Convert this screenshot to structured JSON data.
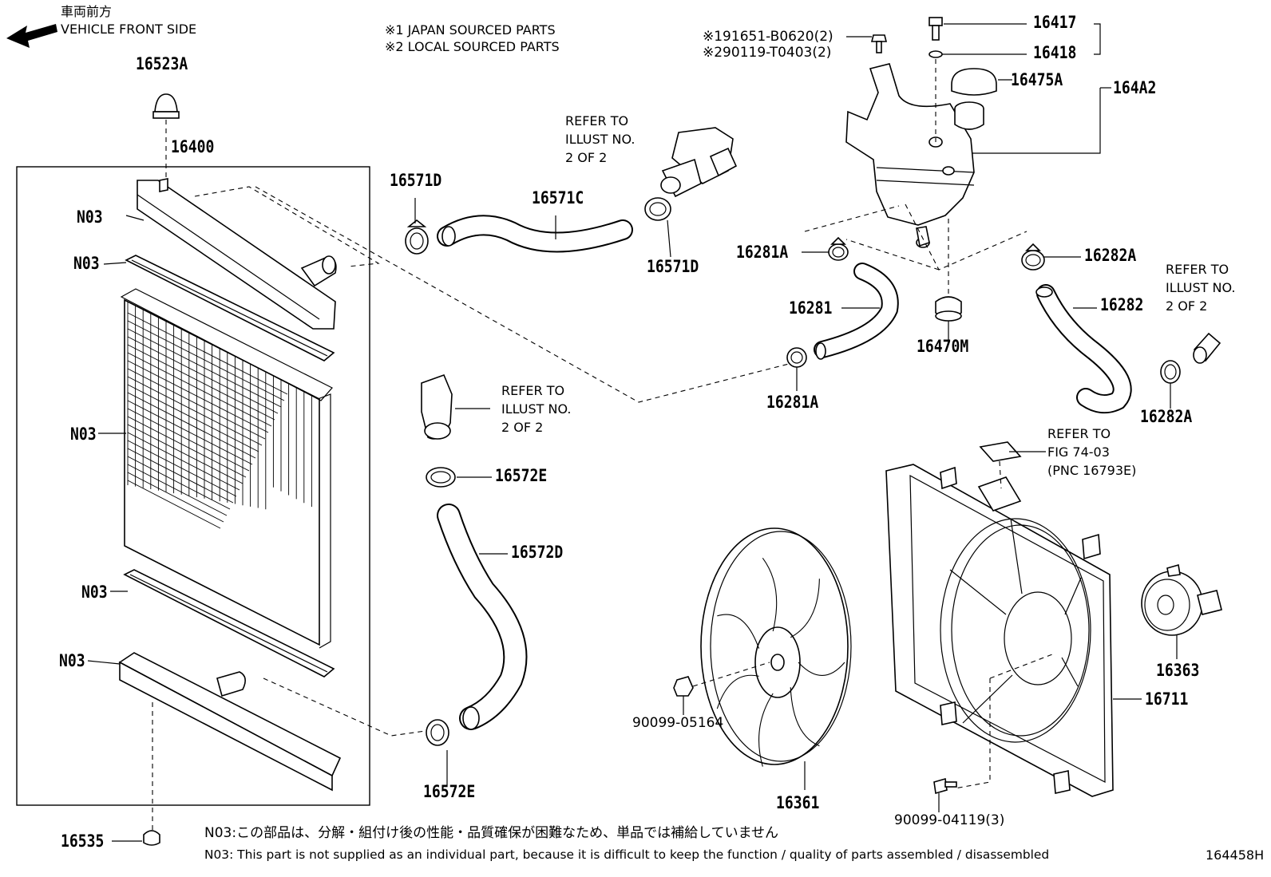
{
  "header": {
    "direction_jp": "車両前方",
    "direction_en": "VEHICLE FRONT SIDE",
    "legend_1": "※1 JAPAN SOURCED PARTS",
    "legend_2": "※2 LOCAL SOURCED PARTS"
  },
  "parts": {
    "p16523A": "16523A",
    "p16400": "16400",
    "n03_a": "N03",
    "n03_b": "N03",
    "n03_c": "N03",
    "n03_d": "N03",
    "n03_e": "N03",
    "p16535": "16535",
    "p16571D_a": "16571D",
    "p16571C": "16571C",
    "p16571D_b": "16571D",
    "p16572E_a": "16572E",
    "p16572D": "16572D",
    "p16572E_b": "16572E",
    "bolt_jp": "※191651-B0620(2)",
    "bolt_local": "※290119-T0403(2)",
    "p16417": "16417",
    "p16418": "16418",
    "p16475A": "16475A",
    "p164A2": "164A2",
    "p16281A_a": "16281A",
    "p16281": "16281",
    "p16281A_b": "16281A",
    "p16470M": "16470M",
    "p16282A_a": "16282A",
    "p16282": "16282",
    "p16282A_b": "16282A",
    "p90099_05164": "90099-05164",
    "p16361": "16361",
    "p16711": "16711",
    "p16363": "16363",
    "p90099_04119": "90099-04119(3)"
  },
  "refs": {
    "ref1_l1": "REFER TO",
    "ref1_l2": "ILLUST NO.",
    "ref1_l3": "2 OF 2",
    "ref2_l1": "REFER TO",
    "ref2_l2": "ILLUST NO.",
    "ref2_l3": "2 OF 2",
    "ref3_l1": "REFER TO",
    "ref3_l2": "ILLUST NO.",
    "ref3_l3": "2 OF 2",
    "ref4_l1": "REFER TO",
    "ref4_l2": "FIG 74-03",
    "ref4_l3": "(PNC 16793E)"
  },
  "footer": {
    "note_jp": "N03:この部品は、分解・組付け後の性能・品質確保が困難なため、単品では補給していません",
    "note_en": "N03: This part is not supplied as an individual part, because it is difficult to keep the function / quality of parts assembled / disassembled",
    "figure_id": "164458H"
  }
}
